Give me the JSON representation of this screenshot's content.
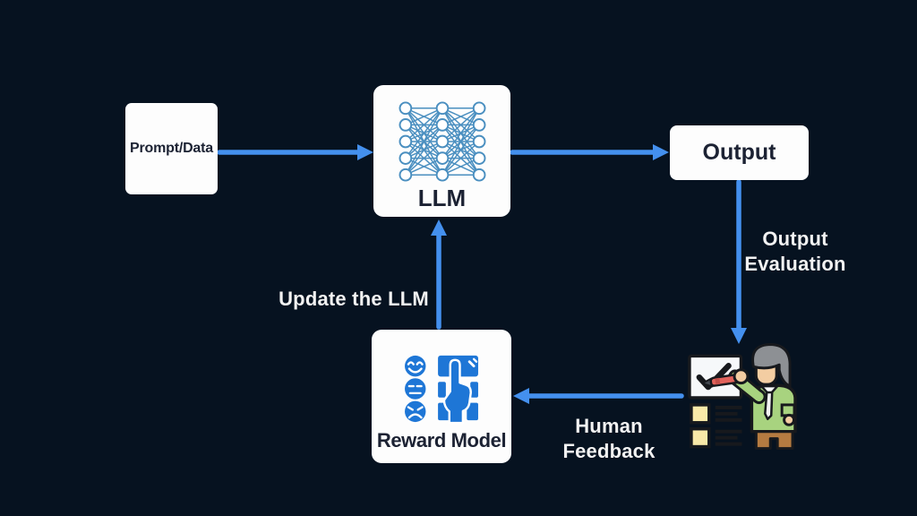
{
  "colors": {
    "background": "#061220",
    "box_bg": "#fdfdfd",
    "box_text": "#1c2233",
    "arrow": "#4490ee",
    "label_text": "#f2f2f2",
    "nn_icon": "#4a8fc0",
    "reward_icon": "#1e76d6"
  },
  "diagram": {
    "nodes": {
      "prompt": {
        "label": "Prompt/Data"
      },
      "llm": {
        "label": "LLM",
        "icon": "neural-network-icon"
      },
      "output": {
        "label": "Output"
      },
      "reward": {
        "label": "Reward Model",
        "icon": "reward-faces-icon"
      },
      "human_evaluator": {
        "icon": "human-evaluator-icon"
      }
    },
    "edges": {
      "prompt_to_llm": {
        "from": "prompt",
        "to": "llm"
      },
      "llm_to_output": {
        "from": "llm",
        "to": "output"
      },
      "output_to_human": {
        "from": "output",
        "to": "human_evaluator",
        "label_lines": [
          "Output",
          "Evaluation"
        ]
      },
      "human_to_reward": {
        "from": "human_evaluator",
        "to": "reward",
        "label_lines": [
          "Human",
          "Feedback"
        ]
      },
      "reward_to_llm": {
        "from": "reward",
        "to": "llm",
        "label": "Update the LLM"
      }
    }
  }
}
